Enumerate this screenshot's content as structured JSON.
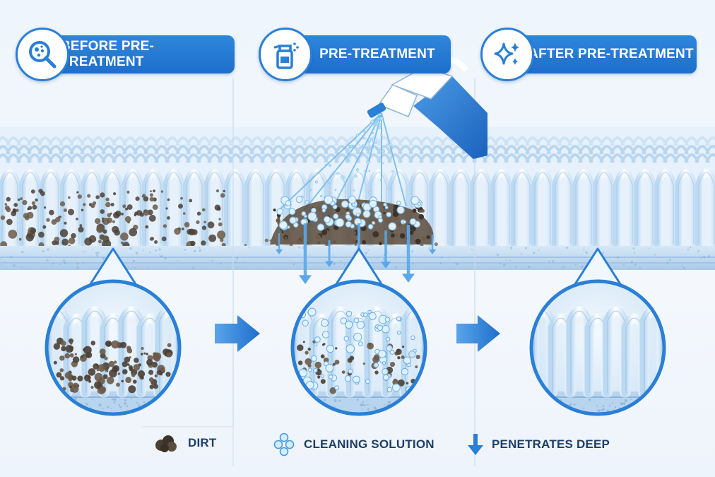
{
  "panels": [
    {
      "title": "BEFORE PRE-TREATMENT",
      "icon": "magnifier-dirt-icon"
    },
    {
      "title": "PRE-TREATMENT",
      "icon": "spray-bottle-icon"
    },
    {
      "title": "AFTER PRE-TREATMENT",
      "icon": "sparkle-icon"
    }
  ],
  "legend": [
    {
      "label": "DIRT",
      "icon": "dirt-icon"
    },
    {
      "label": "CLEANING SOLUTION",
      "icon": "bubbles-icon"
    },
    {
      "label": "PENETRATES DEEP",
      "icon": "down-arrow-icon"
    }
  ],
  "colors": {
    "accent": "#2a7fd6",
    "dirt": "#4a3f35",
    "fiber": "#ffffff",
    "solution": "#7cc2ef",
    "text": "#1e3f66"
  }
}
